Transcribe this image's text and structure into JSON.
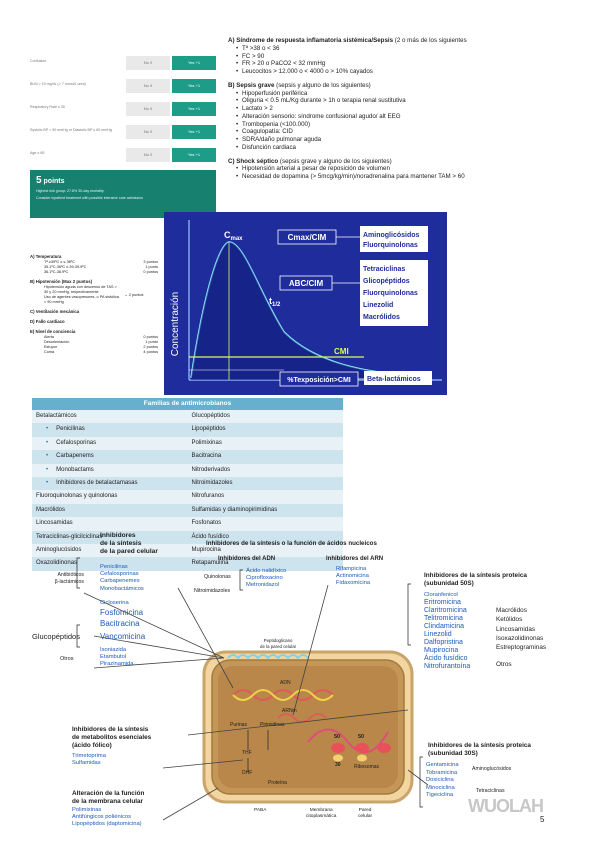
{
  "qsofa": {
    "rows": [
      {
        "label": "Confusion",
        "no": "No  0",
        "yes": "Yes  +1"
      },
      {
        "label": "BUN > 19 mg/dL (> 7 mmol/L urea)",
        "no": "No  0",
        "yes": "Yes  +1"
      },
      {
        "label": "Respiratory Rate ≥ 30",
        "no": "No  0",
        "yes": "Yes  +1"
      },
      {
        "label": "Systolic BP < 90 mmHg or Diastolic BP ≤ 60 mmHg",
        "no": "No  0",
        "yes": "Yes  +1"
      },
      {
        "label": "Age ≥ 65",
        "no": "No  0",
        "yes": "Yes  +1"
      }
    ],
    "result_points_num": "5",
    "result_points_word": "points",
    "result_risk": "Highest risk group: 27.8% 30-day mortality.",
    "result_advice": "Consider inpatient treatment with possible intensive care admission"
  },
  "sirs": {
    "a_title": "A) Síndrome de respuesta inflamatoria sistémica/Sepsis",
    "a_note": " (2 o más de los siguientes",
    "a_items": [
      "Tª >38 o < 36",
      "FC > 90",
      "FR > 20 o PaCO2 < 32 mmHg",
      "Leucocitos > 12.000 o < 4000 o > 10% cayados"
    ],
    "b_title": "B) Sepsis grave",
    "b_note": " (sepsis y alguno de los siguientes)",
    "b_items": [
      "Hipoperfusión periférica",
      "Oliguria < 0.5 mL/Kg durante > 1h o terapia renal sustitutiva",
      "Lactato > 2",
      "Alteración sensorio: síndrome confusional agudo/ alt EEG",
      "Trombopenia (<100.000)",
      "Coagulopatía: CID",
      "SDRA/daño pulmonar aguda",
      "Disfunción cardiaca"
    ],
    "c_title": "C) Shock séptico",
    "c_note": " (sepsis grave y alguno de los siguientes)",
    "c_items": [
      "Hipotensión arterial a pesar de reposición de volumen",
      "Necesidad de dopamina (> 5mcg/kg/min)/noradrenalina para mantener TAM > 60"
    ]
  },
  "criteria": {
    "a_title": "A) Temperatura",
    "a_rows": [
      [
        "Tª ≥39ºC o ≤ 36ºC",
        "3 puntos"
      ],
      [
        "35.1ºC-36ºC ó 39-39.9ºC",
        "1 punto"
      ],
      [
        "36.1ºC-38.9ºC",
        "0 puntos"
      ]
    ],
    "b_title": "B) Hipotensión (Max 2 puntos)",
    "b_rows": [
      "Hipotensión aguda con descenso de TAS > 30 y 20 mmHg, respectivamente",
      "Uso de agentes vasopresores, o PA sistólica < 90 mmHg"
    ],
    "b_points": "→ 2 puntos",
    "c_title": "C) Ventilación mecánica",
    "d_title": "D) Fallo cardiaco",
    "e_title": "E) Nivel de conciencia",
    "e_rows": [
      [
        "Alerta",
        "0 puntos"
      ],
      [
        "Desorientación",
        "1 punto"
      ],
      [
        "Estupor",
        "2 puntos"
      ],
      [
        "Coma",
        "4 puntos"
      ]
    ]
  },
  "pk_chart": {
    "ylabel": "Concentración",
    "cmax": "C",
    "cmax_sub": "max",
    "t_half": "t",
    "t_half_sub": "1/2",
    "cmi": "CMI",
    "box_cmax_cim": "Cmax/CIM",
    "box_abc_cim": "ABC/CIM",
    "box_t_cmi": "%Texposición>CMI",
    "grp1": [
      "Aminoglicósidos",
      "Fluorquinolonas"
    ],
    "grp2": [
      "Tetraciclinas",
      "Glicopéptidos",
      "Fluorquinolonas",
      "Linezolid",
      "Macrólidos"
    ],
    "grp3": [
      "Beta-lactámicos"
    ]
  },
  "families": {
    "title": "Familias de antimicrobianos",
    "rows": [
      [
        "Betalactámicos",
        "Glucopéptidos",
        false
      ],
      [
        "Penicilinas",
        "Lipopéptidos",
        true
      ],
      [
        "Cefalosporinas",
        "Polimixinas",
        true
      ],
      [
        "Carbapenems",
        "Bacitracina",
        true
      ],
      [
        "Monobactams",
        "Nitroderivados",
        true
      ],
      [
        "Inhibidores de betalactamasas",
        "Nitroimidazoles",
        true
      ],
      [
        "Fluoroquinolonas y quinolonas",
        "Nitrofuranos",
        false
      ],
      [
        "Macrólidos",
        "Sulfamidas y diaminopirimidinas",
        false
      ],
      [
        "Lincosamidas",
        "Fosfonatos",
        false
      ],
      [
        "Tetraciclinas-glicilciclinas",
        "Ácido fusídico",
        false
      ],
      [
        "Aminoglucósidos",
        "Mupirocina",
        false
      ],
      [
        "Oxazolidinonas",
        "Retapamulina",
        false
      ]
    ]
  },
  "mech": {
    "wall_title": [
      "Inhibidores",
      "de la síntesis",
      "de la pared celular"
    ],
    "beta_label": [
      "Antibióticos",
      "β-lactámicos"
    ],
    "beta_drugs": [
      "Penicilinas",
      "Cefalosporinas",
      "Carbapenemes",
      "Monobactámicos"
    ],
    "cicloserina": "Cicloserina",
    "fosfomicina": "Fosfomicina",
    "bacitracina": "Bacitracina",
    "gluco_label": "Glucopéptidos",
    "vancomicina": "Vancomicina",
    "otros_label": "Otros",
    "otros_drugs": [
      "Isoniazida",
      "Etambutol",
      "Pirazinamida"
    ],
    "nucleic_title": "Inhibidores de la síntesis o la función de ácidos nucleicos",
    "adn_title": "Inhibidores del ADN",
    "arn_title": "Inhibidores del ARN",
    "quin_label": "Quinolonas",
    "nitro_label": "Nitroimidazoles",
    "adn_drugs": [
      "Ácido nalidíxico",
      "Ciprofloxacino",
      "Metronidazol"
    ],
    "arn_drugs": [
      "Rifampicina",
      "Actinomicina",
      "Fidaxomicina"
    ],
    "pepti": [
      "Peptidoglicano",
      "de la pared celular"
    ],
    "adn": "ADN",
    "arnm": "ARNm",
    "purinas": "Purinas",
    "pirimidinas": "Pirimidinas",
    "thf": "THF",
    "dhf": "DHF",
    "ribosomas": "Ribosomas",
    "proteina": "Proteína",
    "paba": "PABA",
    "membrana": [
      "Membrana",
      "citoplasmática"
    ],
    "pared": [
      "Pared",
      "celular"
    ],
    "r50": "50",
    "r30": "30",
    "folic_title": [
      "Inhibidores de la síntesis",
      "de metabolitos esenciales",
      "(ácido fólico)"
    ],
    "folic_drugs": [
      "Trimetoprima",
      "Sulfamidas"
    ],
    "memb_title": [
      "Alteración de la función",
      "de la membrana celular"
    ],
    "memb_drugs": [
      "Polimixinas",
      "Antifúngicos poliénicos",
      "Lipopéptidos (daptomicina)"
    ],
    "p50_title": [
      "Inhibidores de la síntesis proteica",
      "(subunidad 50S)"
    ],
    "p50_drugs": [
      "Cloranfenicol",
      "Eritromicina",
      "Claritromicina",
      "Telitromicina",
      "Clindamicina",
      "Linezolid",
      "Dalfopristina",
      "Mupirocina",
      "Ácido fusídico",
      "Nitrofurantoína"
    ],
    "p50_groups": [
      "Macrólidos",
      "Ketólidos",
      "Lincosamidas",
      "Isoxazolidinonas",
      "Estreptograminas",
      "Otros"
    ],
    "p30_title": [
      "Inhibidores de la síntesis proteica",
      "(subunidad 30S)"
    ],
    "p30_drugs": [
      "Gentamicina",
      "Tobramicina",
      "Doxiciclina",
      "Minociclina",
      "Tigeciclina"
    ],
    "p30_groups": [
      "Aminoglucósidos",
      "Tetraciclinas"
    ]
  },
  "page_number": "5",
  "watermark": "WUOLAH"
}
